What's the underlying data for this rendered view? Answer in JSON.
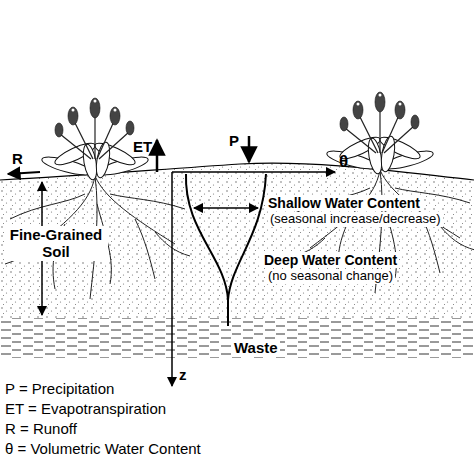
{
  "diagram": {
    "labels": [
      "R",
      "ET",
      "P",
      "θ",
      "Shallow Water Content",
      "(seasonal increase/decrease)",
      "Fine-Grained Soil",
      "Deep Water Content",
      "(no seasonal change)",
      "z",
      "Waste",
      "P = Precipitation",
      "ET = Evapotranspiration",
      "R = Runoff",
      "θ = Volumetric Water Content"
    ]
  }
}
